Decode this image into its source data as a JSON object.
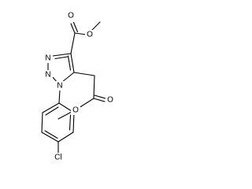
{
  "molecule": {
    "atoms": {
      "o_ester1_carbonyl": "O",
      "o_ester1_ether": "O",
      "n3": "N",
      "n2": "N",
      "n1": "N",
      "o_ester2_carbonyl": "O",
      "o_ester2_ether": "O",
      "cl": "Cl"
    }
  },
  "colors": {
    "bond": "#000000",
    "background": "#ffffff"
  }
}
